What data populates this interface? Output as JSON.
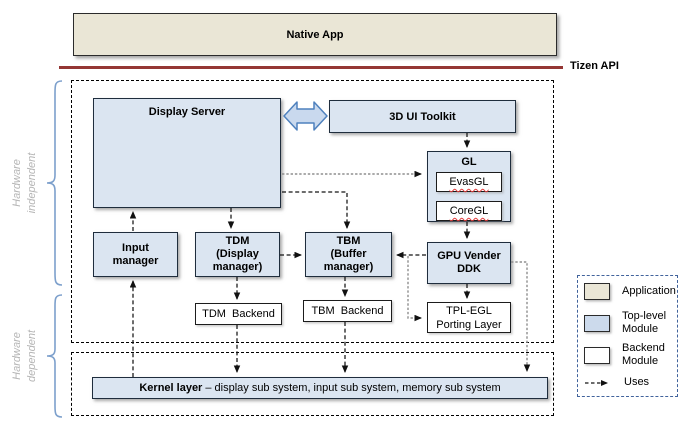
{
  "top": {
    "native_app": "Native App",
    "tizen_api": "Tizen API"
  },
  "regions": {
    "independent": "Hardware\nindependent",
    "dependent": "Hardware\ndependent"
  },
  "modules": {
    "display_server": "Display Server",
    "toolkit_3d": "3D UI Toolkit",
    "gl": "GL",
    "evasgl": "EvasGL",
    "coregl": "CoreGL",
    "input_manager": "Input\nmanager",
    "tdm": "TDM\n(Display\nmanager)",
    "tbm": "TBM\n(Buffer\nmanager)",
    "gpu_ddk": "GPU Vender\nDDK",
    "tdm_backend": "TDM Backend",
    "tbm_backend": "TBM Backend",
    "tpl_egl": "TPL-EGL\nPorting Layer",
    "kernel_title": "Kernel layer",
    "kernel_desc": "– display sub system, input sub system, memory sub system"
  },
  "legend": {
    "items": [
      {
        "label": "Application"
      },
      {
        "label": "Top-level Module"
      },
      {
        "label": "Backend Module"
      },
      {
        "label": "Uses"
      }
    ]
  },
  "colors": {
    "application_fill": "#eae6d6",
    "top_level_module_fill": "#dbe5f1",
    "backend_module_fill": "#ffffff",
    "tizen_api_line": "#943634",
    "connector_black": "#141414",
    "connector_gray": "#8f8f8f",
    "brace_blue": "#7da0cc",
    "region_label_gray": "#b5b5b5",
    "legend_border_blue": "#41639c",
    "bidirectional_arrow_fill": "#c9d9ee",
    "bidirectional_arrow_stroke": "#4f81bd"
  }
}
